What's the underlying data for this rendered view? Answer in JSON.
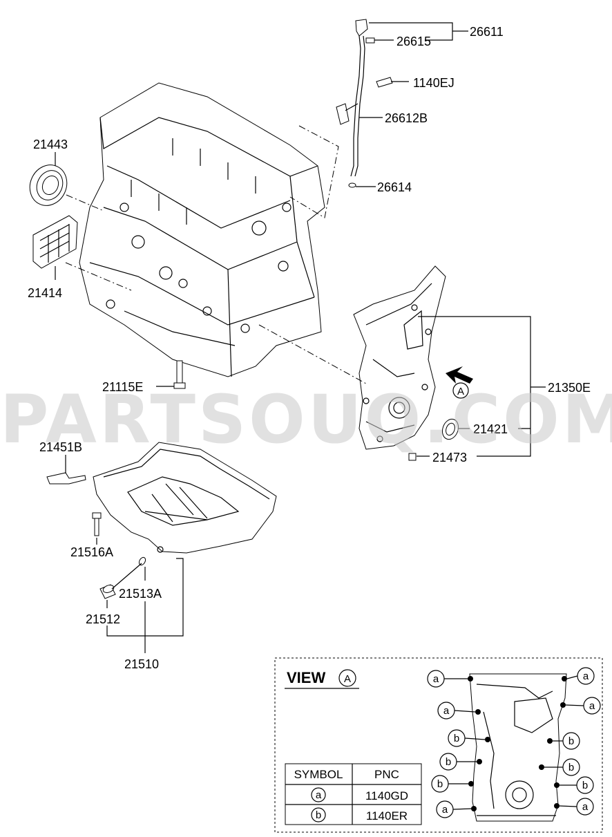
{
  "watermark": "PARTSOUQ.COM",
  "labels": {
    "p26611": "26611",
    "p26615": "26615",
    "p1140EJ": "1140EJ",
    "p26612B": "26612B",
    "p26614": "26614",
    "p21443": "21443",
    "p21414": "21414",
    "p21115E": "21115E",
    "p21350E": "21350E",
    "p21421": "21421",
    "p21473": "21473",
    "p21451B": "21451B",
    "p21516A": "21516A",
    "p21513A": "21513A",
    "p21512": "21512",
    "p21510": "21510"
  },
  "view_marker": "A",
  "view_box": {
    "title": "VIEW",
    "title_symbol": "A",
    "table_headers": [
      "SYMBOL",
      "PNC"
    ],
    "rows": [
      {
        "symbol": "a",
        "pnc": "1140GD"
      },
      {
        "symbol": "b",
        "pnc": "1140ER"
      }
    ],
    "callouts_left": [
      "a",
      "a",
      "b",
      "b",
      "b",
      "a"
    ],
    "callouts_right": [
      "a",
      "a",
      "b",
      "b",
      "b",
      "a"
    ]
  }
}
